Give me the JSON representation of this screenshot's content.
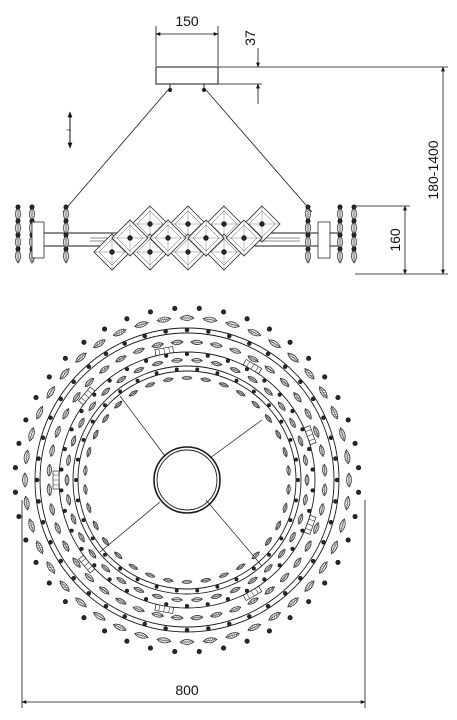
{
  "dimensions": {
    "canopy_width": "150",
    "canopy_height": "37",
    "overall_height": "180-1400",
    "body_height": "160",
    "diameter": "800"
  },
  "colors": {
    "line": "#1a1a1a",
    "crystal": "#2a2a2a",
    "background": "#ffffff"
  }
}
